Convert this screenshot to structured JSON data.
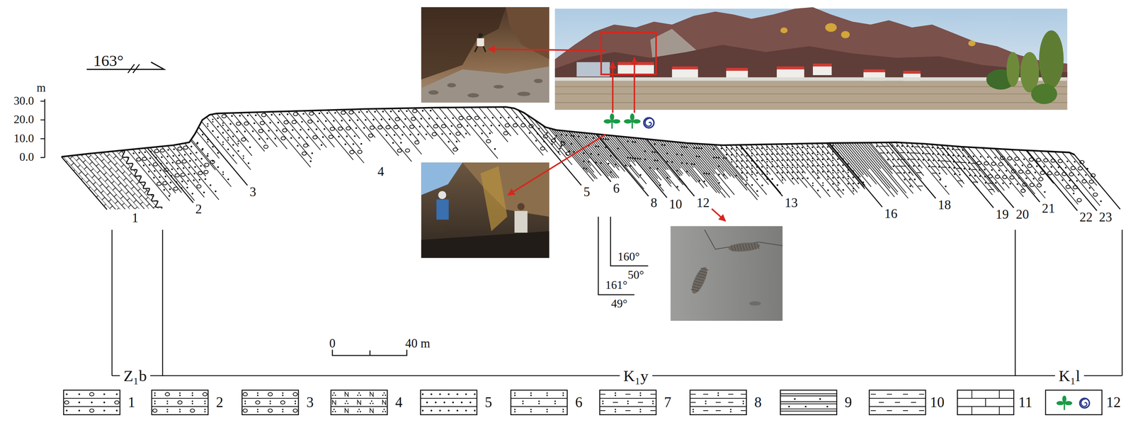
{
  "diagram": {
    "labels": [
      "163°",
      "m",
      "30.0",
      "20.0",
      "10.0",
      "0.0",
      "1",
      "2",
      "3",
      "4",
      "5",
      "6",
      "8",
      "10",
      "12",
      "13",
      "16",
      "18",
      "19",
      "20",
      "21",
      "22",
      "23",
      "160°",
      "50°",
      "161°",
      "49°",
      "0",
      "40 m",
      "Z₁b",
      "K₁y",
      "K₁l"
    ],
    "legend": [
      {
        "text": "1"
      },
      {
        "text": "2"
      },
      {
        "text": "3"
      },
      {
        "text": "4"
      },
      {
        "text": "5"
      },
      {
        "text": "6"
      },
      {
        "text": "7"
      },
      {
        "text": "8"
      },
      {
        "text": "9"
      },
      {
        "text": "10"
      },
      {
        "text": "11"
      },
      {
        "text": "12"
      }
    ]
  }
}
